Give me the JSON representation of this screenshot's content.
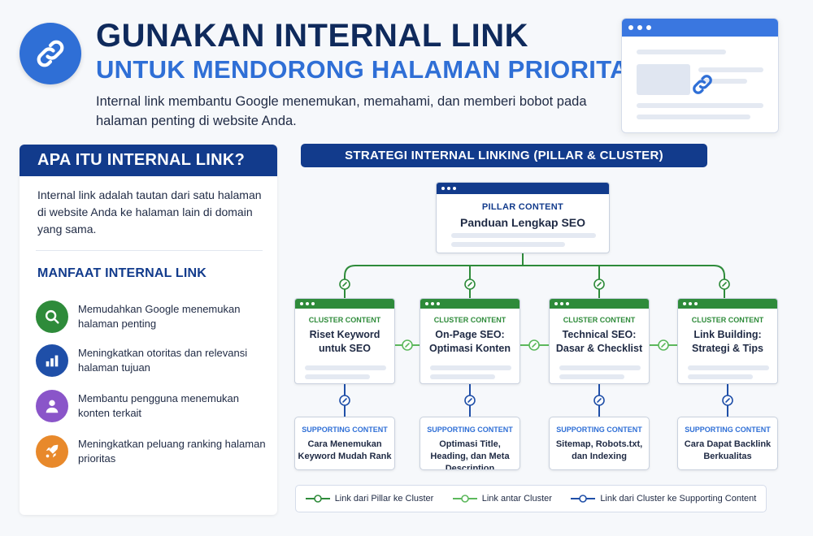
{
  "header": {
    "title_line1": "GUNAKAN INTERNAL LINK",
    "title_line2": "UNTUK MENDORONG HALAMAN PRIORITAS",
    "subtitle": "Internal link membantu Google menemukan, memahami, dan memberi bobot pada halaman penting di website Anda."
  },
  "left_panel": {
    "heading": "APA ITU INTERNAL LINK?",
    "definition": "Internal link adalah tautan dari satu halaman di website Anda ke halaman lain di domain yang sama.",
    "benefits_title": "MANFAAT INTERNAL LINK",
    "benefits": [
      {
        "icon": "search-icon",
        "color": "#2e8b3a",
        "text": "Memudahkan Google menemukan halaman penting"
      },
      {
        "icon": "bar-chart-icon",
        "color": "#1f4fa8",
        "text": "Meningkatkan otoritas dan relevansi halaman tujuan"
      },
      {
        "icon": "user-icon",
        "color": "#8a55c9",
        "text": "Membantu pengguna menemukan konten terkait"
      },
      {
        "icon": "rocket-icon",
        "color": "#e8892b",
        "text": "Meningkatkan peluang ranking halaman prioritas"
      }
    ]
  },
  "strategy": {
    "banner": "STRATEGI INTERNAL LINKING (PILLAR & CLUSTER)",
    "pillar": {
      "label": "PILLAR CONTENT",
      "title": "Panduan Lengkap SEO"
    },
    "clusters": [
      {
        "label": "CLUSTER CONTENT",
        "title": "Riset Keyword untuk SEO"
      },
      {
        "label": "CLUSTER CONTENT",
        "title": "On-Page SEO: Optimasi Konten"
      },
      {
        "label": "CLUSTER CONTENT",
        "title": "Technical SEO: Dasar & Checklist"
      },
      {
        "label": "CLUSTER CONTENT",
        "title": "Link Building: Strategi & Tips"
      }
    ],
    "supporting": [
      {
        "label": "SUPPORTING CONTENT",
        "title": "Cara Menemukan Keyword Mudah Rank"
      },
      {
        "label": "SUPPORTING CONTENT",
        "title": "Optimasi Title, Heading, dan Meta Description"
      },
      {
        "label": "SUPPORTING CONTENT",
        "title": "Sitemap, Robots.txt, dan Indexing"
      },
      {
        "label": "SUPPORTING CONTENT",
        "title": "Cara Dapat Backlink Berkualitas"
      }
    ]
  },
  "legend": {
    "items": [
      {
        "text": "Link dari Pillar ke Cluster",
        "color": "#2e8b3a"
      },
      {
        "text": "Link antar Cluster",
        "color": "#5cb85c"
      },
      {
        "text": "Link dari Cluster ke Supporting Content",
        "color": "#1f4fa8"
      }
    ]
  },
  "colors": {
    "navy": "#123b8c",
    "blue": "#2f6fd6",
    "green": "#2e8b3a"
  }
}
